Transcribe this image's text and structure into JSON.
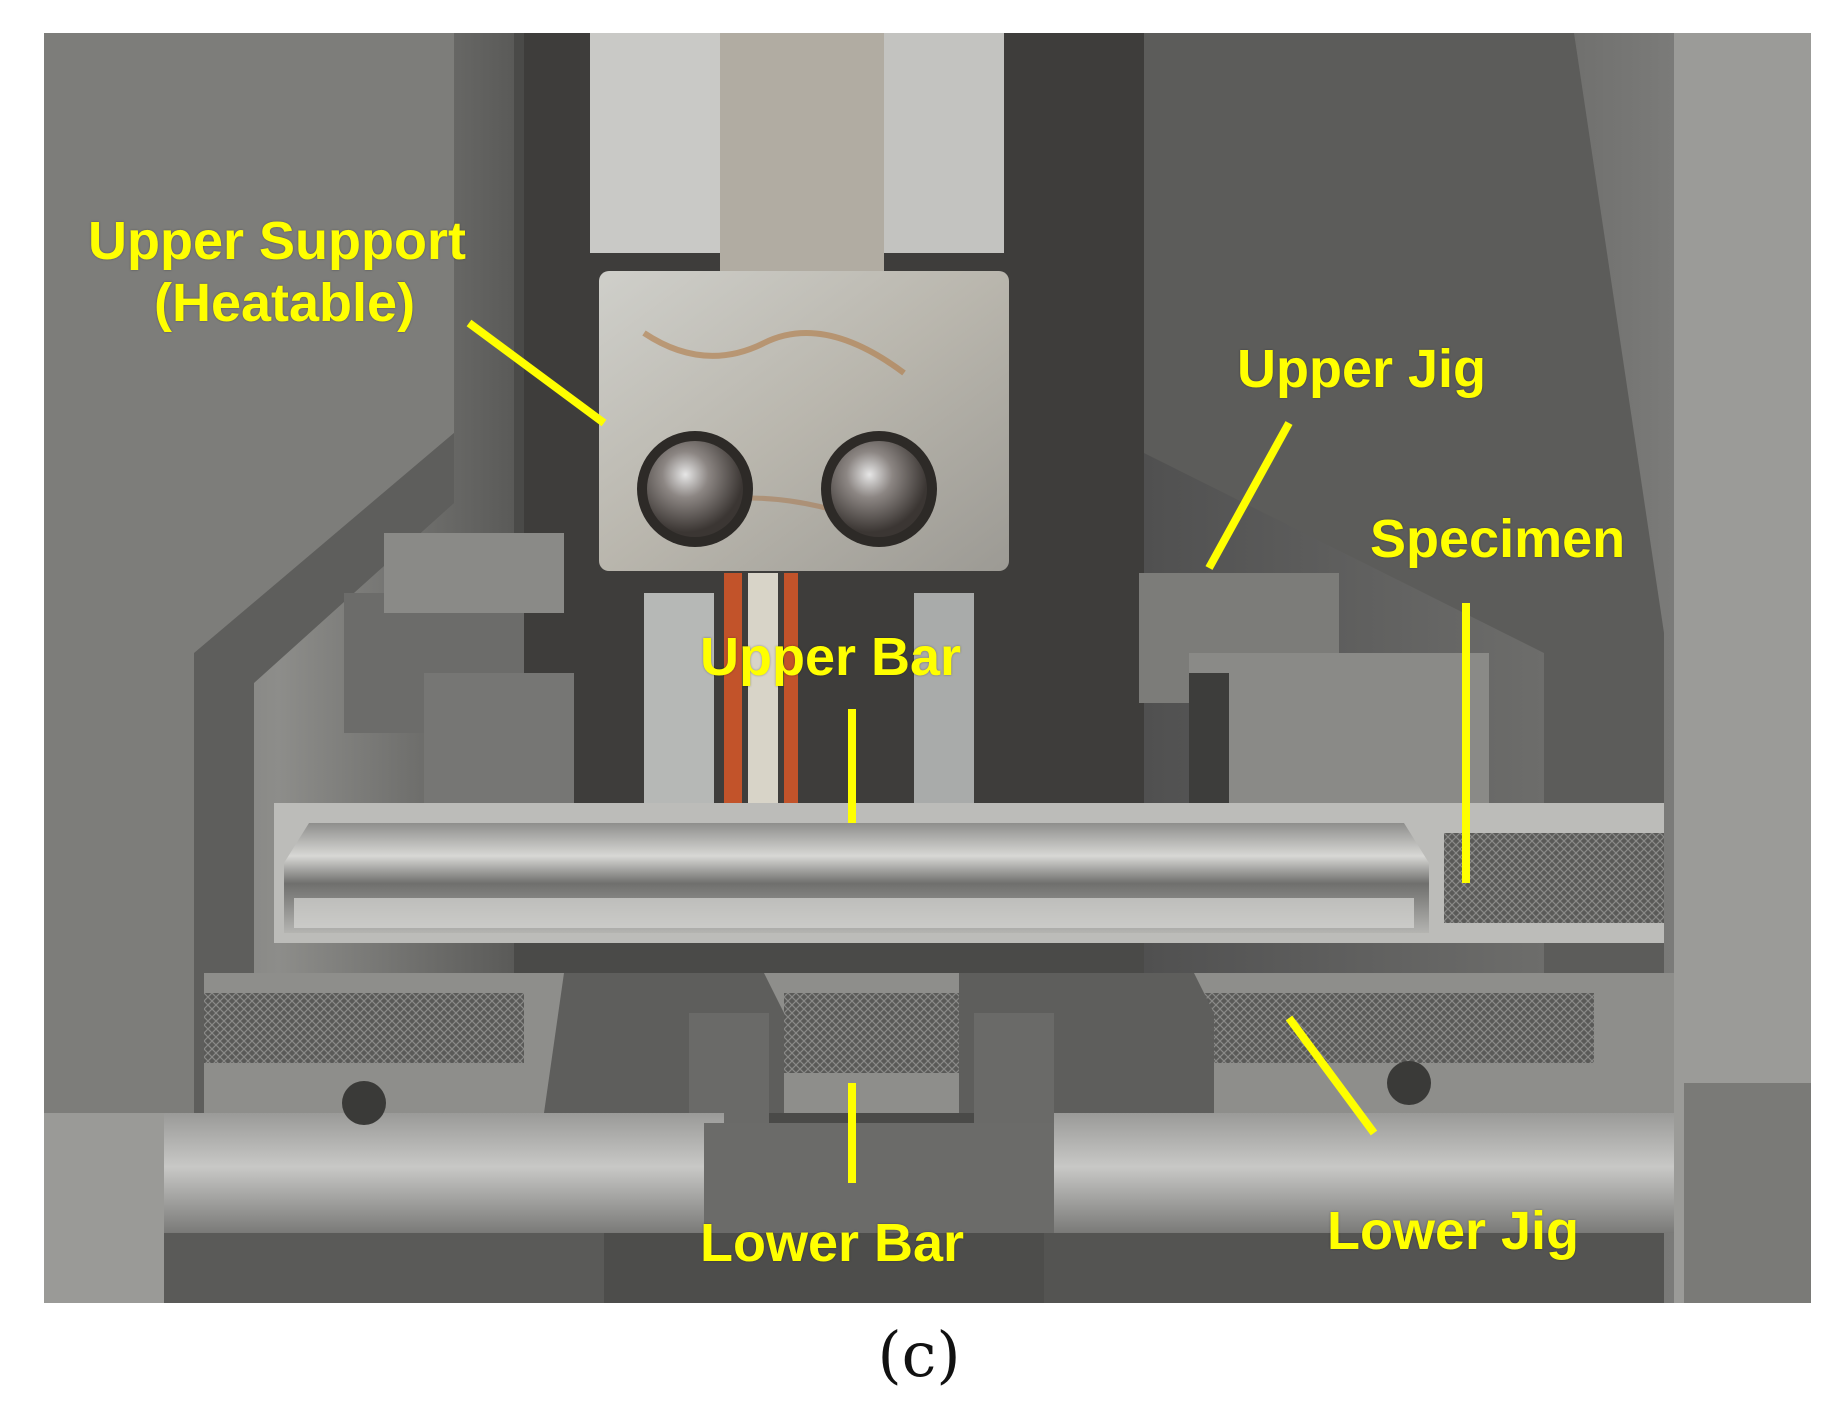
{
  "labels": {
    "upper_support_line1": "Upper Support",
    "upper_support_line2": "(Heatable)",
    "upper_jig": "Upper Jig",
    "specimen": "Specimen",
    "upper_bar": "Upper Bar",
    "lower_bar": "Lower Bar",
    "lower_jig": "Lower Jig"
  },
  "caption": "(c)",
  "colors": {
    "label": "#ffff00",
    "leader_line": "#ffff00",
    "caption": "#111111"
  }
}
